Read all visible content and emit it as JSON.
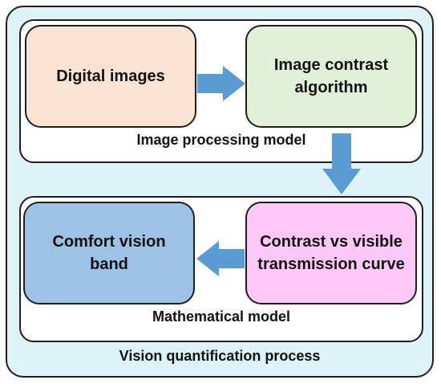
{
  "outer": {
    "label": "Vision quantification process",
    "fill": "#ddf3f7"
  },
  "image_processing": {
    "label": "Image processing model",
    "box_digital": {
      "text": "Digital images",
      "fill": "#fbe3d4"
    },
    "box_algorithm": {
      "text": "Image contrast algorithm",
      "fill": "#e2efd9"
    }
  },
  "mathematical": {
    "label": "Mathematical model",
    "box_curve": {
      "text": "Contrast vs visible transmission curve",
      "fill": "#fbc8f7"
    },
    "box_comfort": {
      "text": "Comfort vision band",
      "fill": "#9ec2e6"
    }
  },
  "arrow_color": "#5b9bd5"
}
